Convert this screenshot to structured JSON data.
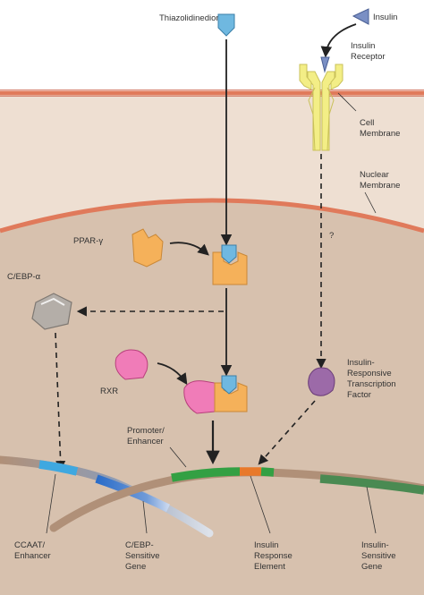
{
  "labels": {
    "thiazolidinedione": "Thiazolidinedione",
    "insulin": "Insulin",
    "insulin_receptor_1": "Insulin",
    "insulin_receptor_2": "Receptor",
    "cell_membrane_1": "Cell",
    "cell_membrane_2": "Membrane",
    "nuclear_membrane_1": "Nuclear",
    "nuclear_membrane_2": "Membrane",
    "question_mark": "?",
    "ppar": "PPAR-γ",
    "cebp_alpha": "C/EBP-α",
    "rxr": "RXR",
    "irtf_1": "Insulin-",
    "irtf_2": "Responsive",
    "irtf_3": "Transcription",
    "irtf_4": "Factor",
    "promoter_1": "Promoter/",
    "promoter_2": "Enhancer",
    "ccaat_1": "CCAAT/",
    "ccaat_2": "Enhancer",
    "cebp_gene_1": "C/EBP-",
    "cebp_gene_2": "Sensitive",
    "cebp_gene_3": "Gene",
    "ire_1": "Insulin",
    "ire_2": "Response",
    "ire_3": "Element",
    "isg_1": "Insulin-",
    "isg_2": "Sensitive",
    "isg_3": "Gene"
  },
  "colors": {
    "extracellular": "#ffffff",
    "cytoplasm": "#eedfd2",
    "nucleus": "#d7c1ae",
    "membrane": "#e07a5b",
    "receptor": "#f3ee86",
    "ppar": "#f5b15a",
    "drug": "#6fb8e0",
    "insulin": "#7a8fc4",
    "rxr": "#e05ca0",
    "cebp": "#b4aea8",
    "irtf": "#9c6aa8",
    "dna": "#b09078",
    "promoter": "#33a043",
    "ire": "#e8792a",
    "isg": "#4a8a52",
    "ccaat": "#3fa8e0"
  }
}
